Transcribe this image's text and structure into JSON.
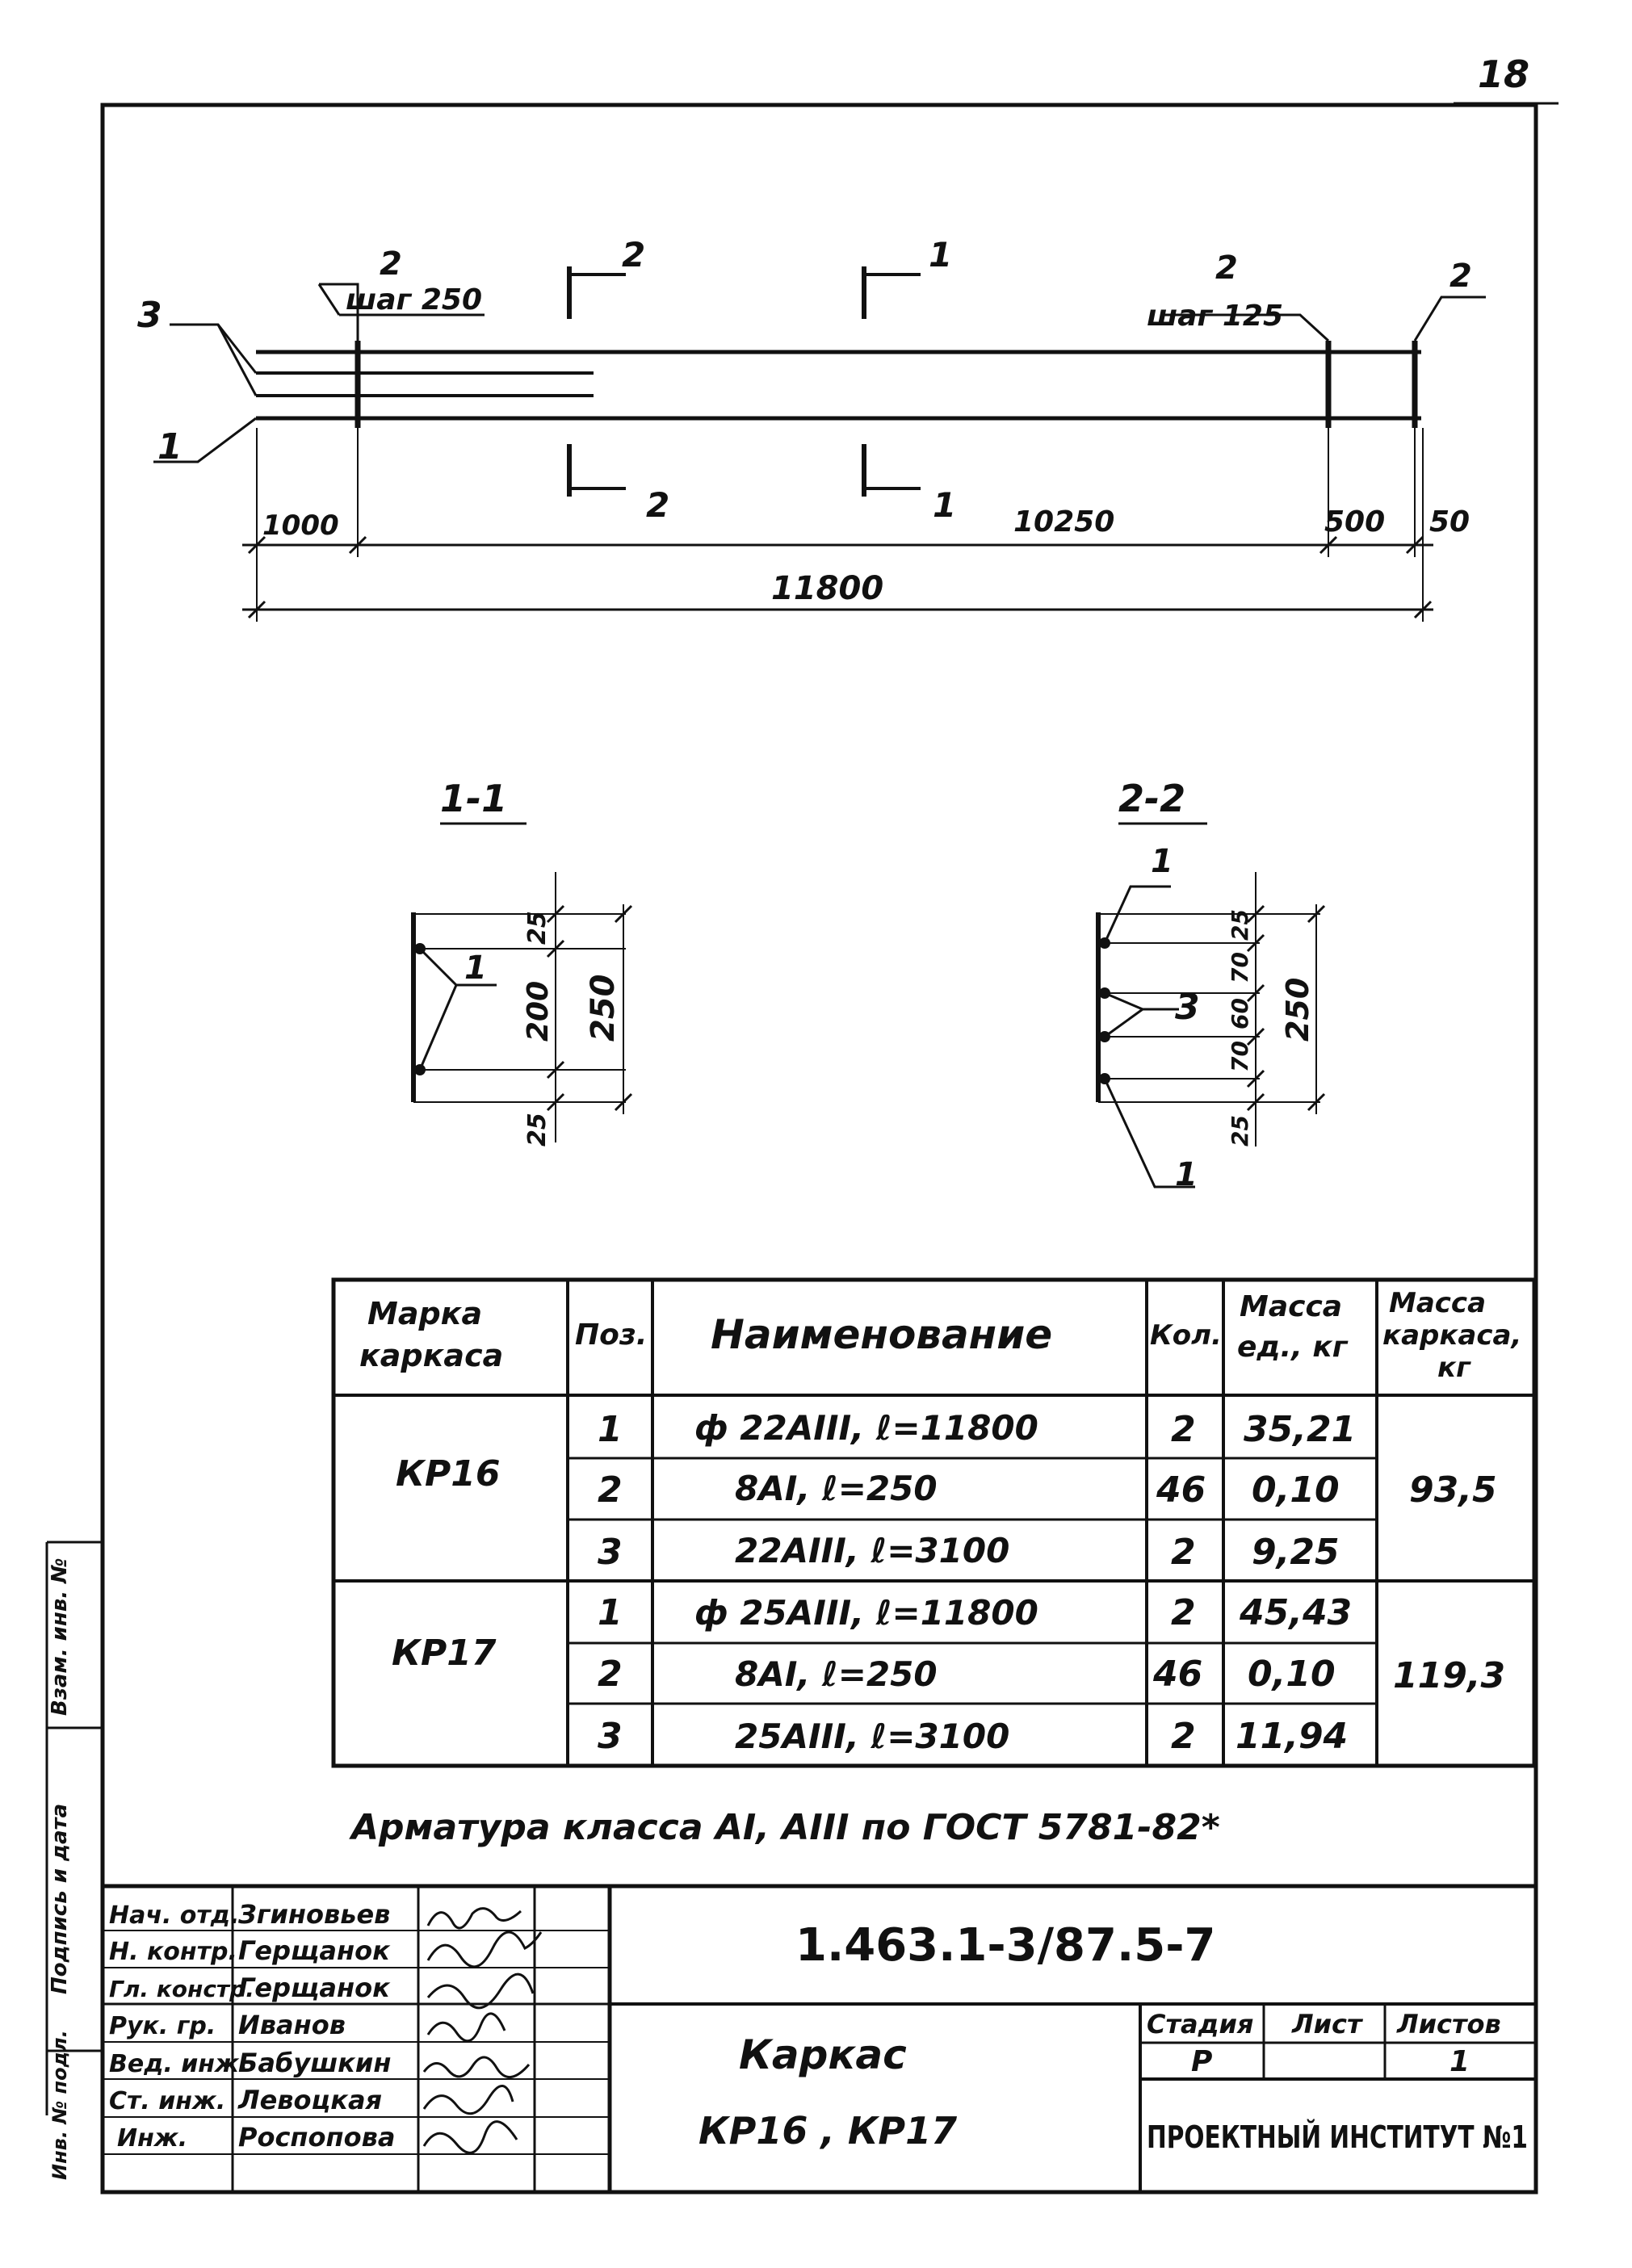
{
  "sheet": {
    "page_number": "18"
  },
  "elevation": {
    "callouts": {
      "top_left_pos": "2",
      "top_left_step": "шаг 250",
      "top_right_pos": "2",
      "top_right_step": "шаг 125",
      "far_right_pos": "2",
      "left_upper_pos": "3",
      "left_lower_pos": "1"
    },
    "section_marks": {
      "section_2": "2",
      "section_1": "1"
    },
    "dimensions": {
      "d1": "1000",
      "d2": "10250",
      "d3": "500",
      "d4": "50",
      "total": "11800"
    }
  },
  "section_1_1": {
    "title": "1-1",
    "pos_label": "1",
    "dims": {
      "top": "25",
      "middle": "200",
      "bottom": "25",
      "total": "250"
    }
  },
  "section_2_2": {
    "title": "2-2",
    "pos_top": "1",
    "pos_mid": "3",
    "pos_bottom": "1",
    "dims": {
      "d1": "25",
      "d2": "70",
      "d3": "60",
      "d4": "70",
      "d5": "25",
      "total": "250"
    }
  },
  "spec_table": {
    "headers": {
      "mark": "Марка каркаса",
      "pos": "Поз.",
      "name": "Наименование",
      "qty": "Кол.",
      "unit_mass": "Масса ед., кг",
      "frame_mass": "Масса каркаса, кг"
    },
    "groups": [
      {
        "mark": "КР16",
        "frame_mass": "93,5",
        "rows": [
          {
            "pos": "1",
            "name": "ф 22АIII, ℓ=11800",
            "qty": "2",
            "mass": "35,21"
          },
          {
            "pos": "2",
            "name": "8АI, ℓ=250",
            "qty": "46",
            "mass": "0,10"
          },
          {
            "pos": "3",
            "name": "22АIII, ℓ=3100",
            "qty": "2",
            "mass": "9,25"
          }
        ]
      },
      {
        "mark": "КР17",
        "frame_mass": "119,3",
        "rows": [
          {
            "pos": "1",
            "name": "ф 25АIII, ℓ=11800",
            "qty": "2",
            "mass": "45,43"
          },
          {
            "pos": "2",
            "name": "8АI, ℓ=250",
            "qty": "46",
            "mass": "0,10"
          },
          {
            "pos": "3",
            "name": "25АIII, ℓ=3100",
            "qty": "2",
            "mass": "11,94"
          }
        ]
      }
    ]
  },
  "note": "Арматура класса АI, АIII по ГОСТ 5781-82*",
  "side_stamp": {
    "label_a": "Взам. инв. №",
    "label_b": "Подпись и дата",
    "label_c": "Инв. № подл."
  },
  "title_block": {
    "doc_code": "1.463.1-3/87.5-7",
    "title_line1": "Каркас",
    "title_line2": "КР16 , КР17",
    "stage_label": "Стадия",
    "sheet_label": "Лист",
    "sheets_label": "Листов",
    "stage_value": "Р",
    "sheet_value": "",
    "sheets_value": "1",
    "organization": "ПРОЕКТНЫЙ ИНСТИТУТ №1",
    "signers": [
      {
        "role": "Нач. отд.",
        "name": "Згиновьев"
      },
      {
        "role": "Н. контр.",
        "name": "Герщанок"
      },
      {
        "role": "Гл. констр.",
        "name": "Герщанок"
      },
      {
        "role": "Рук. гр.",
        "name": "Иванов"
      },
      {
        "role": "Вед. инж.",
        "name": "Бабушкин"
      },
      {
        "role": "Ст. инж.",
        "name": "Левоцкая"
      },
      {
        "role": "Инж.",
        "name": "Роспопова"
      }
    ]
  }
}
